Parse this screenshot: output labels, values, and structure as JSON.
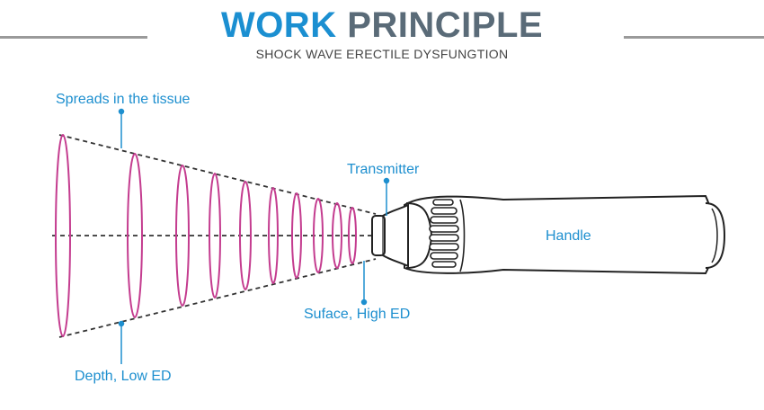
{
  "header": {
    "title_word1": "WORK",
    "title_word2": "PRINCIPLE",
    "subtitle": "SHOCK WAVE ERECTILE DYSFUNGTION"
  },
  "labels": {
    "spreads": "Spreads in the tissue",
    "transmitter": "Transmitter",
    "handle": "Handle",
    "surface": "Suface, High ED",
    "depth": "Depth, Low ED"
  },
  "colors": {
    "accent_blue": "#1b8fd1",
    "title_gray": "#5a6b78",
    "wave_pink": "#c43c8f",
    "outline": "#222222"
  }
}
